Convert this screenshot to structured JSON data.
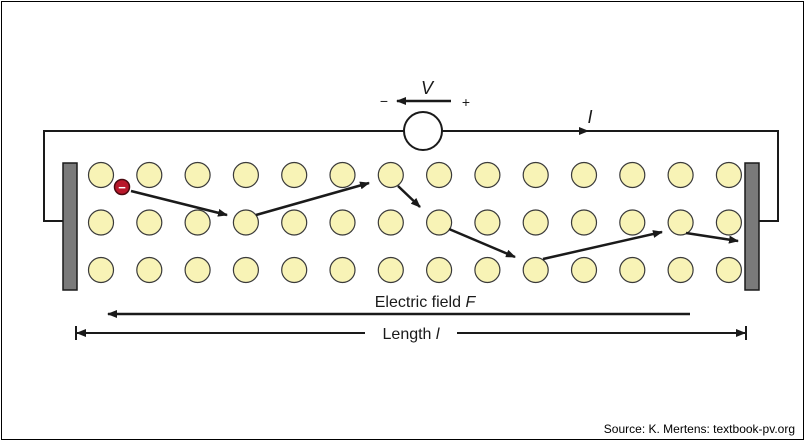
{
  "labels": {
    "voltage": "V",
    "minus": "−",
    "plus": "+",
    "current": "I",
    "field_text": "Electric field ",
    "field_symbol": "F",
    "length_text": "Length ",
    "length_symbol": "l"
  },
  "electron_sign": "−",
  "source": "Source: K. Mertens: textbook-pv.org",
  "lattice": {
    "columns": 14,
    "rows": 3
  },
  "colors": {
    "atom_fill": "#f8f3b6",
    "atom_stroke": "#3a3a3a",
    "electron": "#b8172a",
    "electrode": "#7a7a7a",
    "line": "#1a1a1a"
  }
}
